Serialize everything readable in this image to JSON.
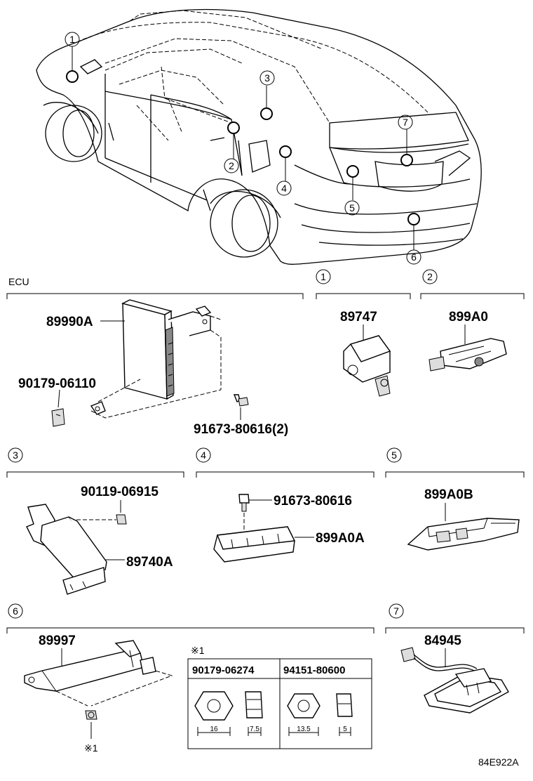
{
  "car_callouts": [
    "1",
    "2",
    "3",
    "4",
    "5",
    "6",
    "7"
  ],
  "sections": {
    "ecu": {
      "title": "ECU",
      "parts": {
        "main": "89990A",
        "nut": "90179-06110",
        "bolt": "91673-80616(2)"
      }
    },
    "s1": {
      "num": "1",
      "part": "89747"
    },
    "s2": {
      "num": "2",
      "part": "899A0"
    },
    "s3": {
      "num": "3",
      "part_bolt": "90119-06915",
      "part_main": "89740A"
    },
    "s4": {
      "num": "4",
      "part_bolt": "91673-80616",
      "part_main": "899A0A"
    },
    "s5": {
      "num": "5",
      "part": "899A0B"
    },
    "s6": {
      "num": "6",
      "part": "89997",
      "note_mark": "※1",
      "table": {
        "header": "※1",
        "cols": [
          {
            "part": "90179-06274",
            "dim_a": "16",
            "dim_b": "7.5"
          },
          {
            "part": "94151-80600",
            "dim_a": "13.5",
            "dim_b": "5"
          }
        ]
      }
    },
    "s7": {
      "num": "7",
      "part": "84945"
    }
  },
  "diagram_code": "84E922A"
}
